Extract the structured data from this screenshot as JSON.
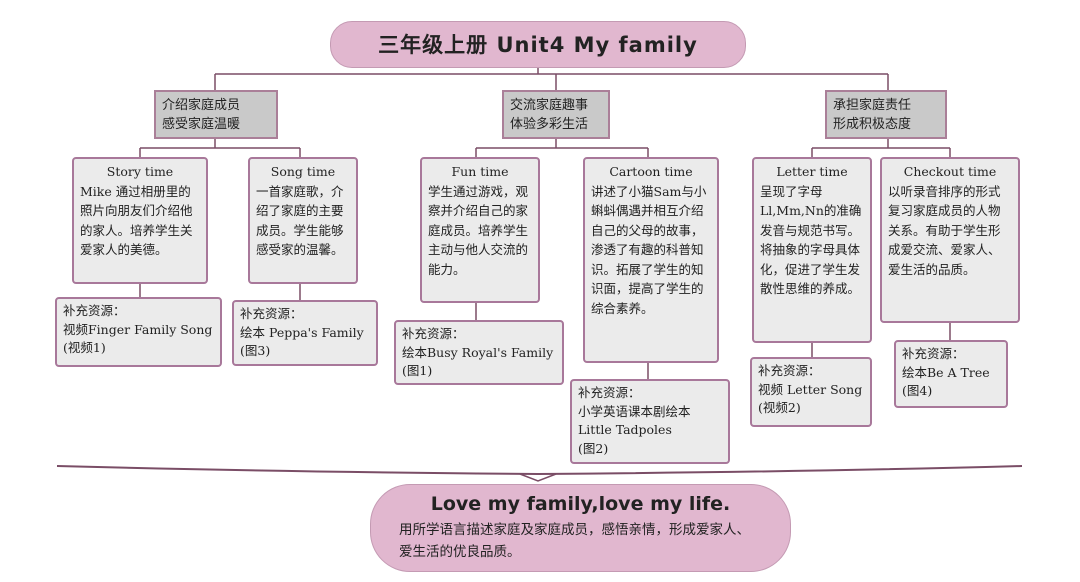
{
  "title": "三年级上册 Unit4 My family",
  "categories": [
    {
      "name": "介绍家庭成员\n感受家庭温暖",
      "activities": [
        {
          "title": "Story time",
          "body": "Mike 通过相册里的照片向朋友们介绍他的家人。培养学生关爱家人的美德。",
          "resource": "补充资源：\n视频Finger Family Song\n(视频1)"
        },
        {
          "title": "Song time",
          "body": "一首家庭歌，介绍了家庭的主要成员。学生能够感受家的温馨。",
          "resource": "补充资源：\n绘本 Peppa's Family\n(图3)"
        }
      ]
    },
    {
      "name": "交流家庭趣事\n体验多彩生活",
      "activities": [
        {
          "title": "Fun time",
          "body": "学生通过游戏，观察并介绍自己的家庭成员。培养学生主动与他人交流的能力。",
          "resource": "补充资源：\n绘本Busy Royal's Family\n(图1)"
        },
        {
          "title": "Cartoon time",
          "body": "讲述了小猫Sam与小蝌蚪偶遇并相互介绍自己的父母的故事，渗透了有趣的科普知识。拓展了学生的知识面，提高了学生的综合素养。",
          "resource": "补充资源：\n小学英语课本剧绘本\nLittle Tadpoles\n(图2)"
        }
      ]
    },
    {
      "name": "承担家庭责任\n形成积极态度",
      "activities": [
        {
          "title": "Letter time",
          "body": "呈现了字母Ll,Mm,Nn的准确发音与规范书写。将抽象的字母具体化，促进了学生发散性思维的养成。",
          "resource": "补充资源：\n视频 Letter Song\n(视频2)"
        },
        {
          "title": "Checkout time",
          "body": "以听录音排序的形式复习家庭成员的人物关系。有助于学生形成爱交流、爱家人、爱生活的品质。",
          "resource": "补充资源：\n绘本Be A Tree\n(图4)"
        }
      ]
    }
  ],
  "conclusion": {
    "slogan": "Love my family,love my life.",
    "text": "用所学语言描述家庭及家庭成员，感悟亲情，形成爱家人、爱生活的优良品质。"
  },
  "colors": {
    "pill": "#e1b7cf",
    "box_border": "#a8789a",
    "box_fill": "#ebebeb",
    "category_fill": "#c9c9c9",
    "connector": "#7a4d66"
  }
}
